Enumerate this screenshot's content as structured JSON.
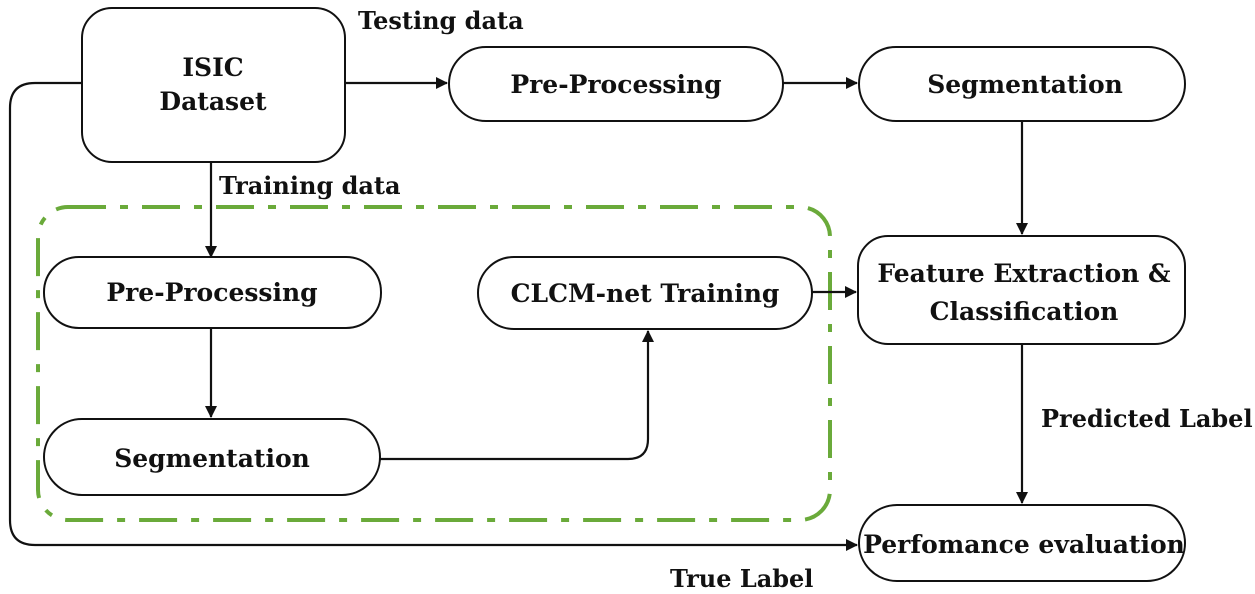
{
  "nodes": {
    "dataset": {
      "line1": "ISIC",
      "line2": "Dataset"
    },
    "test_preprocessing": "Pre-Processing",
    "test_segmentation": "Segmentation",
    "feature_extraction": {
      "line1": "Feature Extraction &",
      "line2": "Classification"
    },
    "performance": "Perfomance evaluation",
    "train_preprocessing": "Pre-Processing",
    "train_segmentation": "Segmentation",
    "clcm_training": "CLCM-net Training"
  },
  "edge_labels": {
    "testing": "Testing data",
    "training": "Training data",
    "predicted": "Predicted Label",
    "true_label": "True Label"
  },
  "colors": {
    "group_border": "#6aaa3a",
    "line": "#111111",
    "box_fill": "#ffffff"
  }
}
